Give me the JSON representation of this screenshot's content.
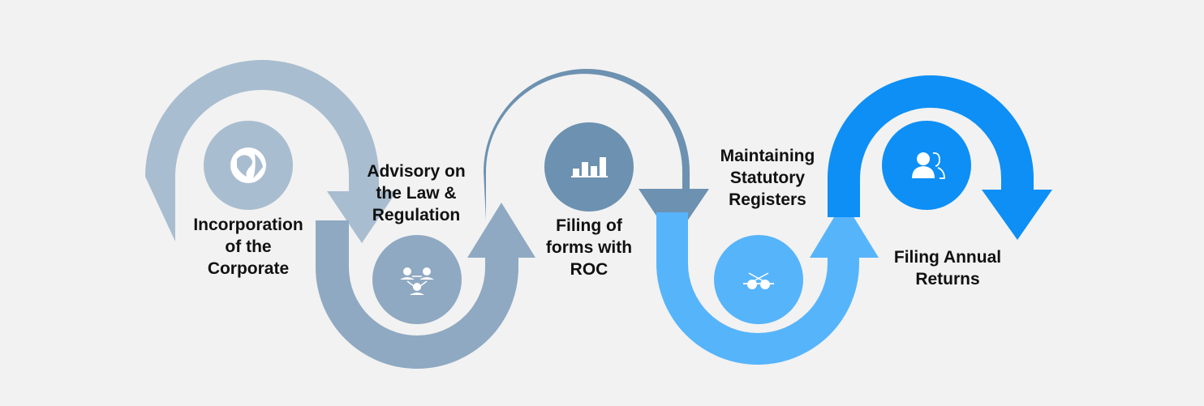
{
  "steps": [
    {
      "lines": [
        "Incorporation",
        "of the",
        "Corporate"
      ],
      "icon": "globe-icon",
      "color": "#a9bdd0"
    },
    {
      "lines": [
        "Advisory on",
        "the Law &",
        "Regulation"
      ],
      "icon": "people-network-icon",
      "color": "#8fa9c2"
    },
    {
      "lines": [
        "Filing of",
        "forms with",
        "ROC"
      ],
      "icon": "bar-chart-icon",
      "color": "#6d91b0"
    },
    {
      "lines": [
        "Maintaining",
        "Statutory",
        "Registers"
      ],
      "icon": "glasses-icon",
      "color": "#56b4fb"
    },
    {
      "lines": [
        "Filing Annual",
        "Returns"
      ],
      "icon": "users-icon",
      "color": "#0d8ff6"
    }
  ]
}
